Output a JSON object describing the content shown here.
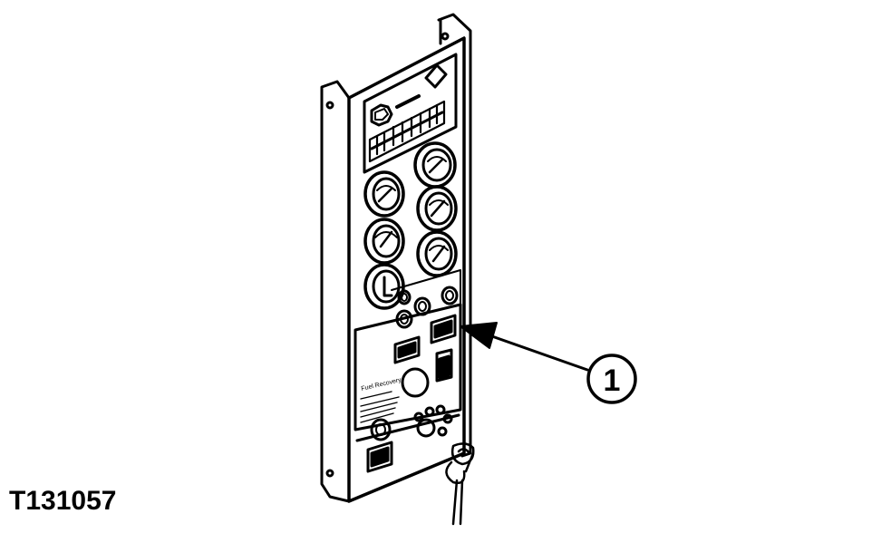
{
  "figure": {
    "id_label": "T131057",
    "callout_number": "1",
    "plate_heading": "Fuel Recovery",
    "stroke_color": "#000000",
    "background_color": "#ffffff"
  },
  "icons": [
    "engine-icon",
    "warning-diamond-icon",
    "fuse-strip-icon",
    "gauge-icon",
    "indicator-lamp-icon",
    "rocker-switch-icon",
    "key-switch-icon",
    "ignition-key-icon",
    "callout-arrow-icon"
  ]
}
